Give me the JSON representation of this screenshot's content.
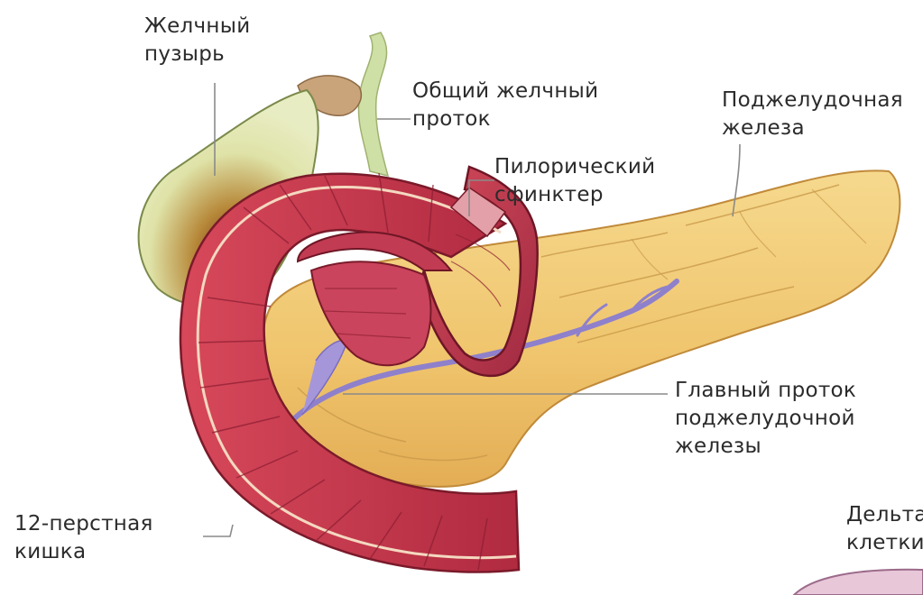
{
  "labels": {
    "gallbladder": "Желчный\nпузырь",
    "common_bile_duct": "Общий желчный\nпроток",
    "pancreas": "Поджелудочная\nжелеза",
    "pyloric_sphincter": "Пилорический\nсфинктер",
    "main_pancreatic_duct": "Главный проток\nподжелудочной\nжелезы",
    "duodenum": "12-перстная\nкишка",
    "delta_cells": "Дельта-\nклетки"
  },
  "colors": {
    "gallbladder": "#d9e3a6",
    "bile_duct": "#c9dca0",
    "pancreas": "#f2c872",
    "duodenum_wall": "#c8343f",
    "duodenum_inner": "#b83a5e",
    "pancreatic_duct": "#9c8fd4",
    "leader_line": "#8a8a8a"
  }
}
